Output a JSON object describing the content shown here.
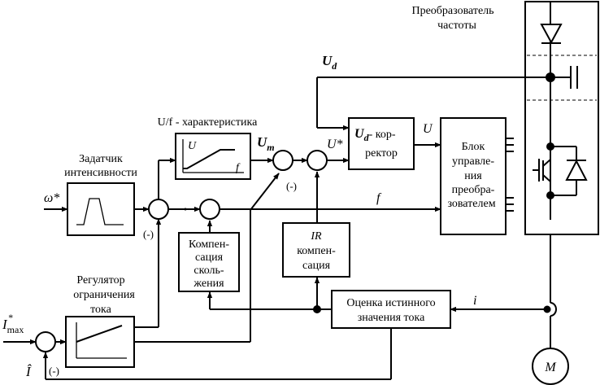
{
  "blocks": {
    "intensity_setter": [
      "Задатчик",
      "интенсивности"
    ],
    "uf_characteristic": "U/f - характеристика",
    "uf_axis_u": "U",
    "uf_axis_f": "f",
    "slip_compensation": [
      "Компен-",
      "сация",
      "сколь-",
      "жения"
    ],
    "ir_compensation": [
      "IR",
      "компен-",
      "сация"
    ],
    "ud_corrector_u": "U",
    "ud_corrector_sub": "d",
    "ud_corrector_text": [
      "- кор-",
      "ректор"
    ],
    "converter_control": [
      "Блок",
      "управле-",
      "ния",
      "преобра-",
      "зователем"
    ],
    "current_limiter": [
      "Регулятор",
      "ограничения",
      "тока"
    ],
    "current_estimate": [
      "Оценка истинного",
      "значения тока"
    ],
    "frequency_converter": [
      "Преобразователь",
      "частоты"
    ],
    "motor": "M"
  },
  "signals": {
    "omega_ref": "ω*",
    "ud": "U",
    "ud_sub": "d",
    "um": "U",
    "um_sub": "m",
    "u_star": "U*",
    "u_out": "U",
    "f_out": "f",
    "i_meas": "i",
    "i_max": "I",
    "i_max_sup": "*",
    "i_max_sub": "max",
    "i_hat": "Î",
    "minus": "(-)"
  }
}
